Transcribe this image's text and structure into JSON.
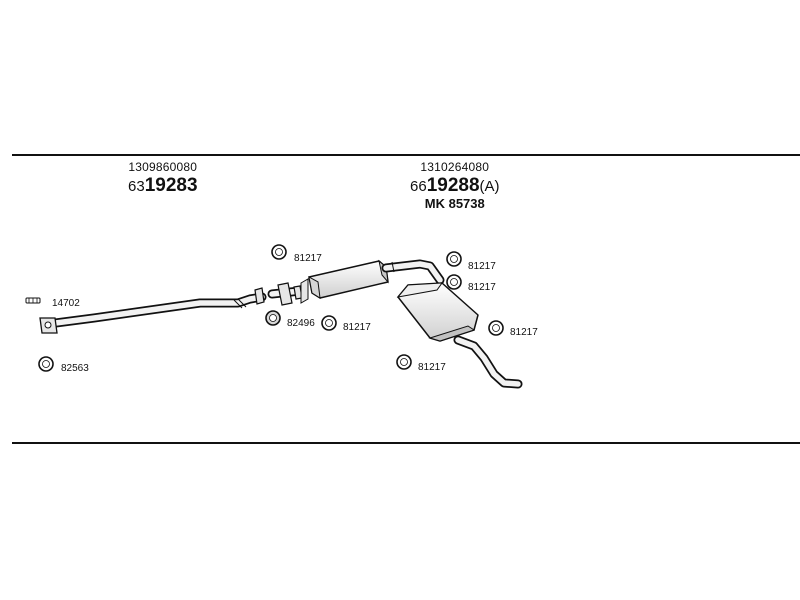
{
  "groups": [
    {
      "part_number": "1309860080",
      "reference_prefix": "63",
      "reference_main": "19283",
      "reference_suffix": "",
      "extra": ""
    },
    {
      "part_number": "1310264080",
      "reference_prefix": "66",
      "reference_main": "19288",
      "reference_suffix": "(A)",
      "extra": "MK 85738"
    }
  ],
  "callouts": [
    {
      "id": "c1",
      "label": "14702",
      "icon": "clamp-icon"
    },
    {
      "id": "c2",
      "label": "82563",
      "icon": "ring-icon"
    },
    {
      "id": "c3",
      "label": "81217",
      "icon": "ring-icon"
    },
    {
      "id": "c4",
      "label": "82496",
      "icon": "ring-icon"
    },
    {
      "id": "c5",
      "label": "81217",
      "icon": "ring-icon"
    },
    {
      "id": "c6",
      "label": "81217",
      "icon": "ring-icon"
    },
    {
      "id": "c7",
      "label": "81217",
      "icon": "ring-icon"
    },
    {
      "id": "c8",
      "label": "81217",
      "icon": "ring-icon"
    },
    {
      "id": "c9",
      "label": "81217",
      "icon": "ring-icon"
    }
  ],
  "colors": {
    "line": "#111111",
    "fill_light": "#f2f2f2",
    "fill_mid": "#d9d9d9",
    "shade": "#bdbdbd"
  }
}
